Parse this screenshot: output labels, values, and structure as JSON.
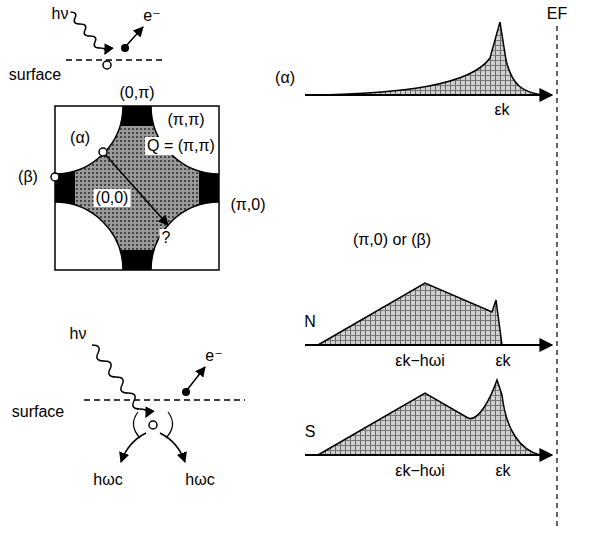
{
  "diagram": {
    "labels": [
      "hν",
      "e⁻",
      "surface",
      "(0,π)",
      "(π,π)",
      "(α)",
      "Q = (π,π)",
      "(β)",
      "(0,0)",
      "(π,0)",
      "?",
      "hν",
      "e⁻",
      "surface",
      "hωc",
      "hωc",
      "EF",
      "(α)",
      "εk",
      "(π,0) or (β)",
      "N",
      "εk−hωi",
      "εk",
      "S",
      "εk−hωi",
      "εk"
    ]
  }
}
